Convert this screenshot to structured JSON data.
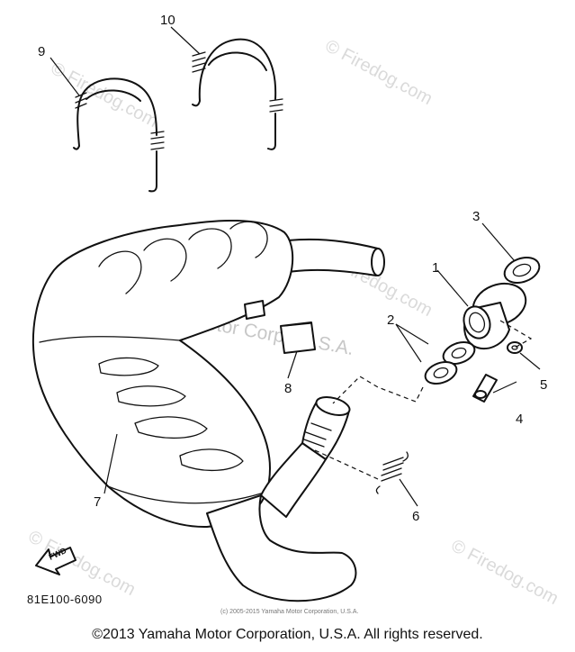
{
  "callouts": {
    "c1": "1",
    "c2": "2",
    "c3": "3",
    "c4": "4",
    "c5": "5",
    "c6": "6",
    "c7": "7",
    "c8": "8",
    "c9": "9",
    "c10": "10"
  },
  "watermarks": {
    "site": "© Firedog.com",
    "corp": "Yamaha Motor Corp., U.S.A."
  },
  "diagram_code": "81E100-6090",
  "fwd_label": "FWD",
  "small_copyright": "(c) 2005-2015 Yamaha Motor Corporation, U.S.A.",
  "footer_copyright": "©2013 Yamaha Motor Corporation, U.S.A. All rights reserved."
}
